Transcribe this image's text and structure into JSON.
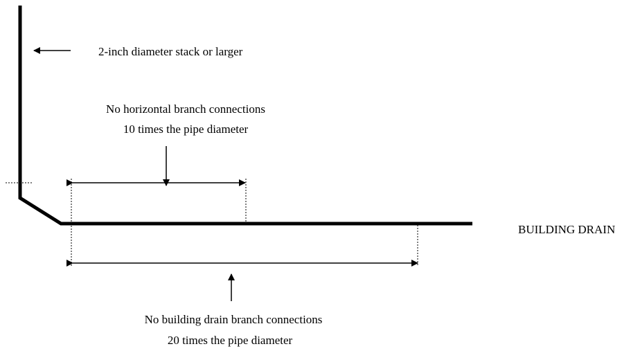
{
  "labels": {
    "stack": "2-inch diameter stack or larger",
    "horizontal_branch_line1": "No horizontal branch connections",
    "horizontal_branch_line2": "10 times the pipe diameter",
    "building_drain": "BUILDING DRAIN",
    "drain_branch_line1": "No building drain branch connections",
    "drain_branch_line2": "20 times the pipe diameter"
  },
  "colors": {
    "line": "#000000",
    "background": "#ffffff"
  }
}
